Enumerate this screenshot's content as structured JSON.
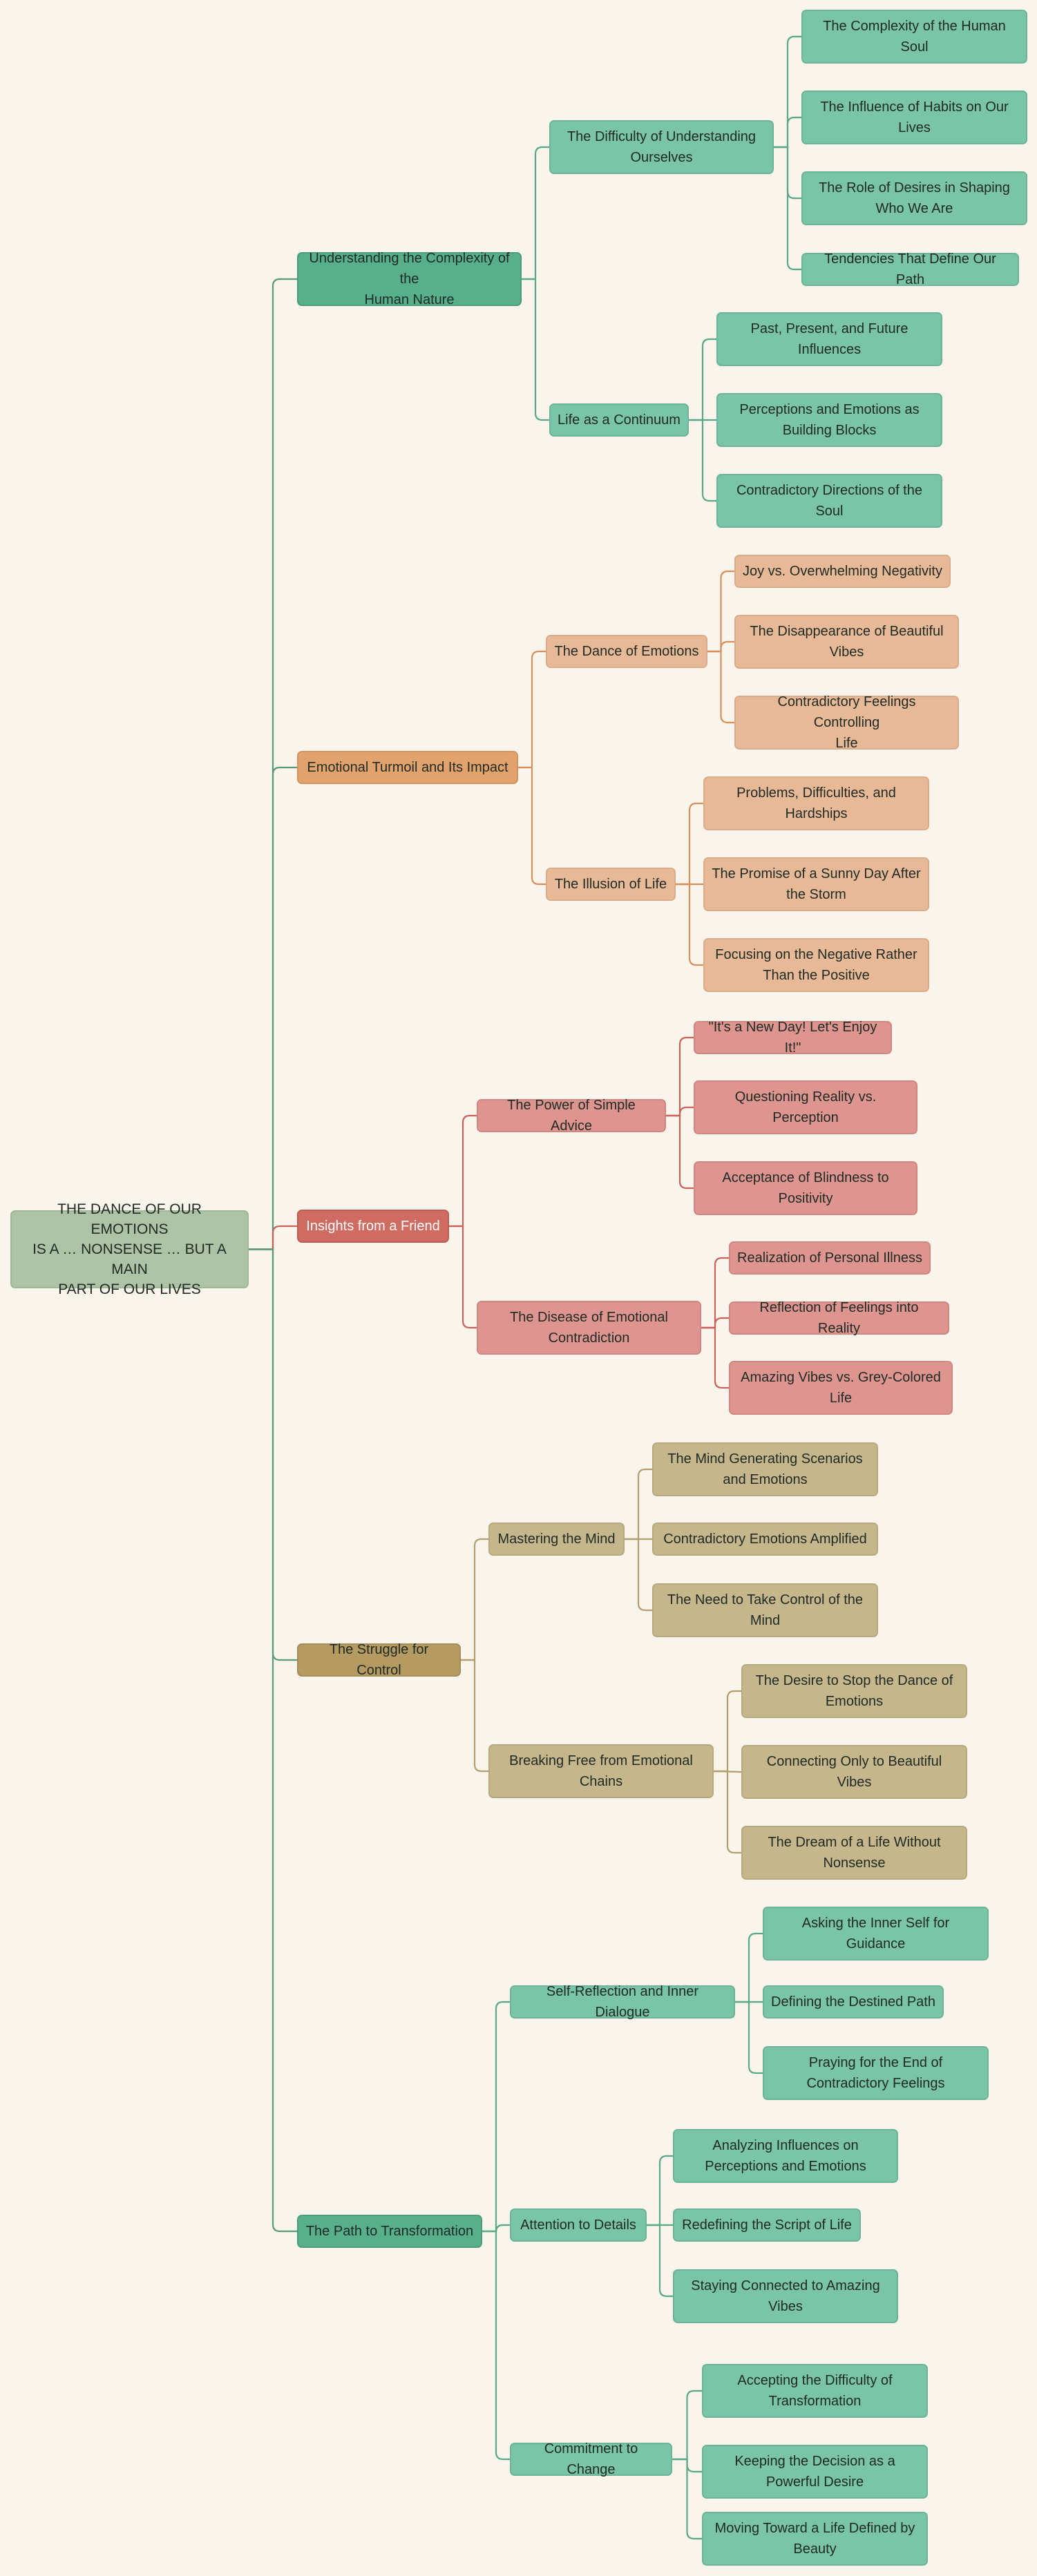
{
  "colors": {
    "background": "#f9f4ec",
    "green_branch": "#57b08b",
    "green_leaf": "#7ac4a7",
    "orange_branch": "#e2a26c",
    "orange_leaf": "#e7b997",
    "red_branch": "#cf6b61",
    "red_leaf": "#de9590",
    "tan_branch": "#b59a62",
    "tan_leaf": "#c5b68c",
    "root": "#acc3a5"
  },
  "root": {
    "lines": [
      "THE DANCE OF OUR EMOTIONS",
      "IS A … NONSENSE … BUT A MAIN",
      "PART OF OUR LIVES"
    ]
  },
  "branches": [
    {
      "lines": [
        "Understanding the Complexity of the",
        "Human Nature"
      ],
      "children": [
        {
          "lines": [
            "The Difficulty of Understanding",
            "Ourselves"
          ],
          "children": [
            {
              "lines": [
                "The Complexity of the Human",
                "Soul"
              ]
            },
            {
              "lines": [
                "The Influence of Habits on Our",
                "Lives"
              ]
            },
            {
              "lines": [
                "The Role of Desires in Shaping",
                "Who We Are"
              ]
            },
            {
              "lines": [
                "Tendencies That Define Our Path"
              ]
            }
          ]
        },
        {
          "lines": [
            "Life as a Continuum"
          ],
          "children": [
            {
              "lines": [
                "Past, Present, and Future",
                "Influences"
              ]
            },
            {
              "lines": [
                "Perceptions and Emotions as",
                "Building Blocks"
              ]
            },
            {
              "lines": [
                "Contradictory Directions of the",
                "Soul"
              ]
            }
          ]
        }
      ]
    },
    {
      "lines": [
        "Emotional Turmoil and Its Impact"
      ],
      "children": [
        {
          "lines": [
            "The Dance of Emotions"
          ],
          "children": [
            {
              "lines": [
                "Joy vs. Overwhelming Negativity"
              ]
            },
            {
              "lines": [
                "The Disappearance of Beautiful",
                "Vibes"
              ]
            },
            {
              "lines": [
                "Contradictory Feelings Controlling",
                "Life"
              ]
            }
          ]
        },
        {
          "lines": [
            "The Illusion of Life"
          ],
          "children": [
            {
              "lines": [
                "Problems, Difficulties, and",
                "Hardships"
              ]
            },
            {
              "lines": [
                "The Promise of a Sunny Day After",
                "the Storm"
              ]
            },
            {
              "lines": [
                "Focusing on the Negative Rather",
                "Than the Positive"
              ]
            }
          ]
        }
      ]
    },
    {
      "lines": [
        "Insights from a Friend"
      ],
      "children": [
        {
          "lines": [
            "The Power of Simple Advice"
          ],
          "children": [
            {
              "lines": [
                "\"It's a New Day! Let's Enjoy It!\""
              ]
            },
            {
              "lines": [
                "Questioning Reality vs. Perception"
              ]
            },
            {
              "lines": [
                "Acceptance of Blindness to",
                "Positivity"
              ]
            }
          ]
        },
        {
          "lines": [
            "The Disease of Emotional",
            "Contradiction"
          ],
          "children": [
            {
              "lines": [
                "Realization of Personal Illness"
              ]
            },
            {
              "lines": [
                "Reflection of Feelings into Reality"
              ]
            },
            {
              "lines": [
                "Amazing Vibes vs. Grey-Colored",
                "Life"
              ]
            }
          ]
        }
      ]
    },
    {
      "lines": [
        "The Struggle for Control"
      ],
      "children": [
        {
          "lines": [
            "Mastering the Mind"
          ],
          "children": [
            {
              "lines": [
                "The Mind Generating Scenarios",
                "and Emotions"
              ]
            },
            {
              "lines": [
                "Contradictory Emotions Amplified"
              ]
            },
            {
              "lines": [
                "The Need to Take Control of the",
                "Mind"
              ]
            }
          ]
        },
        {
          "lines": [
            "Breaking Free from Emotional",
            "Chains"
          ],
          "children": [
            {
              "lines": [
                "The Desire to Stop the Dance of",
                "Emotions"
              ]
            },
            {
              "lines": [
                "Connecting Only to Beautiful",
                "Vibes"
              ]
            },
            {
              "lines": [
                "The Dream of a Life Without",
                "Nonsense"
              ]
            }
          ]
        }
      ]
    },
    {
      "lines": [
        "The Path to Transformation"
      ],
      "children": [
        {
          "lines": [
            "Self-Reflection and Inner Dialogue"
          ],
          "children": [
            {
              "lines": [
                "Asking the Inner Self for Guidance"
              ]
            },
            {
              "lines": [
                "Defining the Destined Path"
              ]
            },
            {
              "lines": [
                "Praying for the End of",
                "Contradictory Feelings"
              ]
            }
          ]
        },
        {
          "lines": [
            "Attention to Details"
          ],
          "children": [
            {
              "lines": [
                "Analyzing Influences on",
                "Perceptions and Emotions"
              ]
            },
            {
              "lines": [
                "Redefining the Script of Life"
              ]
            },
            {
              "lines": [
                "Staying Connected to Amazing",
                "Vibes"
              ]
            }
          ]
        },
        {
          "lines": [
            "Commitment to Change"
          ],
          "children": [
            {
              "lines": [
                "Accepting the Difficulty of",
                "Transformation"
              ]
            },
            {
              "lines": [
                "Keeping the Decision as a",
                "Powerful Desire"
              ]
            },
            {
              "lines": [
                "Moving Toward a Life Defined by",
                "Beauty"
              ]
            }
          ]
        }
      ]
    }
  ]
}
